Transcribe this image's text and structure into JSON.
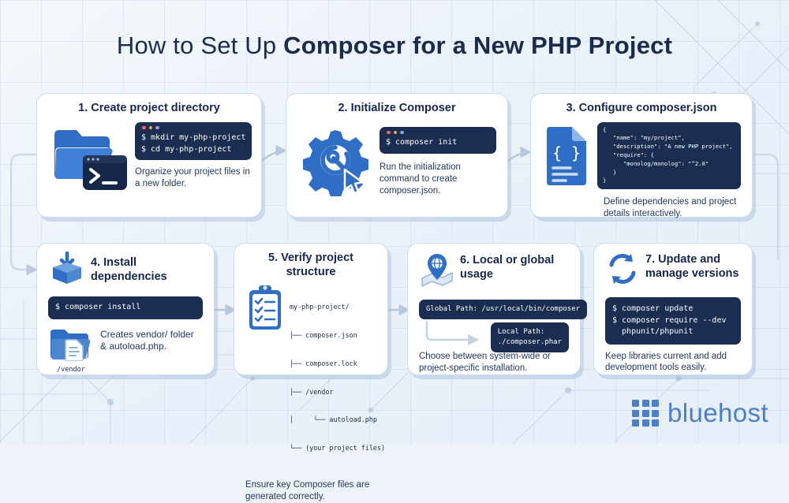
{
  "title": {
    "plain": "How to Set Up ",
    "bold": "Composer for a New PHP Project"
  },
  "colors": {
    "background": "#eef3f9",
    "card_bg": "#ffffff",
    "card_border": "#ccdcef",
    "heading": "#17274a",
    "terminal_bg": "#1c2d52",
    "accent_blue": "#4b7fc6",
    "icon_blue": "#2f6ec4",
    "connector": "#b9c9dd"
  },
  "steps": [
    {
      "heading": "1. Create project directory",
      "icon": "folder-terminal-icon",
      "terminal": {
        "has_titlebar": true,
        "lines": [
          "$ mkdir my-php-project",
          "$ cd my-php-project"
        ]
      },
      "description": "Organize your project files in a new folder."
    },
    {
      "heading": "2. Initialize Composer",
      "icon": "gear-wrench-cursor-icon",
      "terminal": {
        "has_titlebar": true,
        "lines": [
          "$ composer init"
        ]
      },
      "description": "Run the initialization command to create composer.json."
    },
    {
      "heading": "3. Configure composer.json",
      "icon": "json-file-icon",
      "code": [
        "{",
        "   \"name\": \"my/project\",",
        "   \"description\": \"A new PHP project\",",
        "   \"require\": {",
        "      \"monolog/monolog\": \"^2.0\"",
        "   }",
        "}"
      ],
      "description": "Define dependencies and project details interactively."
    },
    {
      "heading": "4. Install dependencies",
      "icon": "package-download-icon",
      "terminal": {
        "has_titlebar": false,
        "lines": [
          "$ composer install"
        ]
      },
      "folder_icon": "vendor-folder-icon",
      "folder_label": "/vendor",
      "description": "Creates vendor/ folder & autoload.php."
    },
    {
      "heading": "5. Verify project structure",
      "icon": "clipboard-checklist-icon",
      "tree": [
        "my-php-project/",
        "├── composer.json",
        "├── composer.lock",
        "├── /vendor",
        "│     └── autoload.php",
        "└── (your project files)"
      ],
      "description": "Ensure key Composer files are generated correctly."
    },
    {
      "heading": "6. Local or global usage",
      "icon": "globe-map-pin-icon",
      "chip_global": "Global Path: /usr/local/bin/composer",
      "chip_local": "Local Path:\n./composer.phar",
      "description": "Choose between system-wide or project-specific installation."
    },
    {
      "heading": "7. Update and manage versions",
      "icon": "refresh-cycle-icon",
      "terminal": {
        "has_titlebar": false,
        "lines": [
          "$ composer update",
          "$ composer require --dev",
          "  phpunit/phpunit"
        ]
      },
      "description": "Keep libraries current and add development tools easily."
    }
  ],
  "logo": {
    "name": "bluehost",
    "icon": "bluehost-grid-logo"
  }
}
